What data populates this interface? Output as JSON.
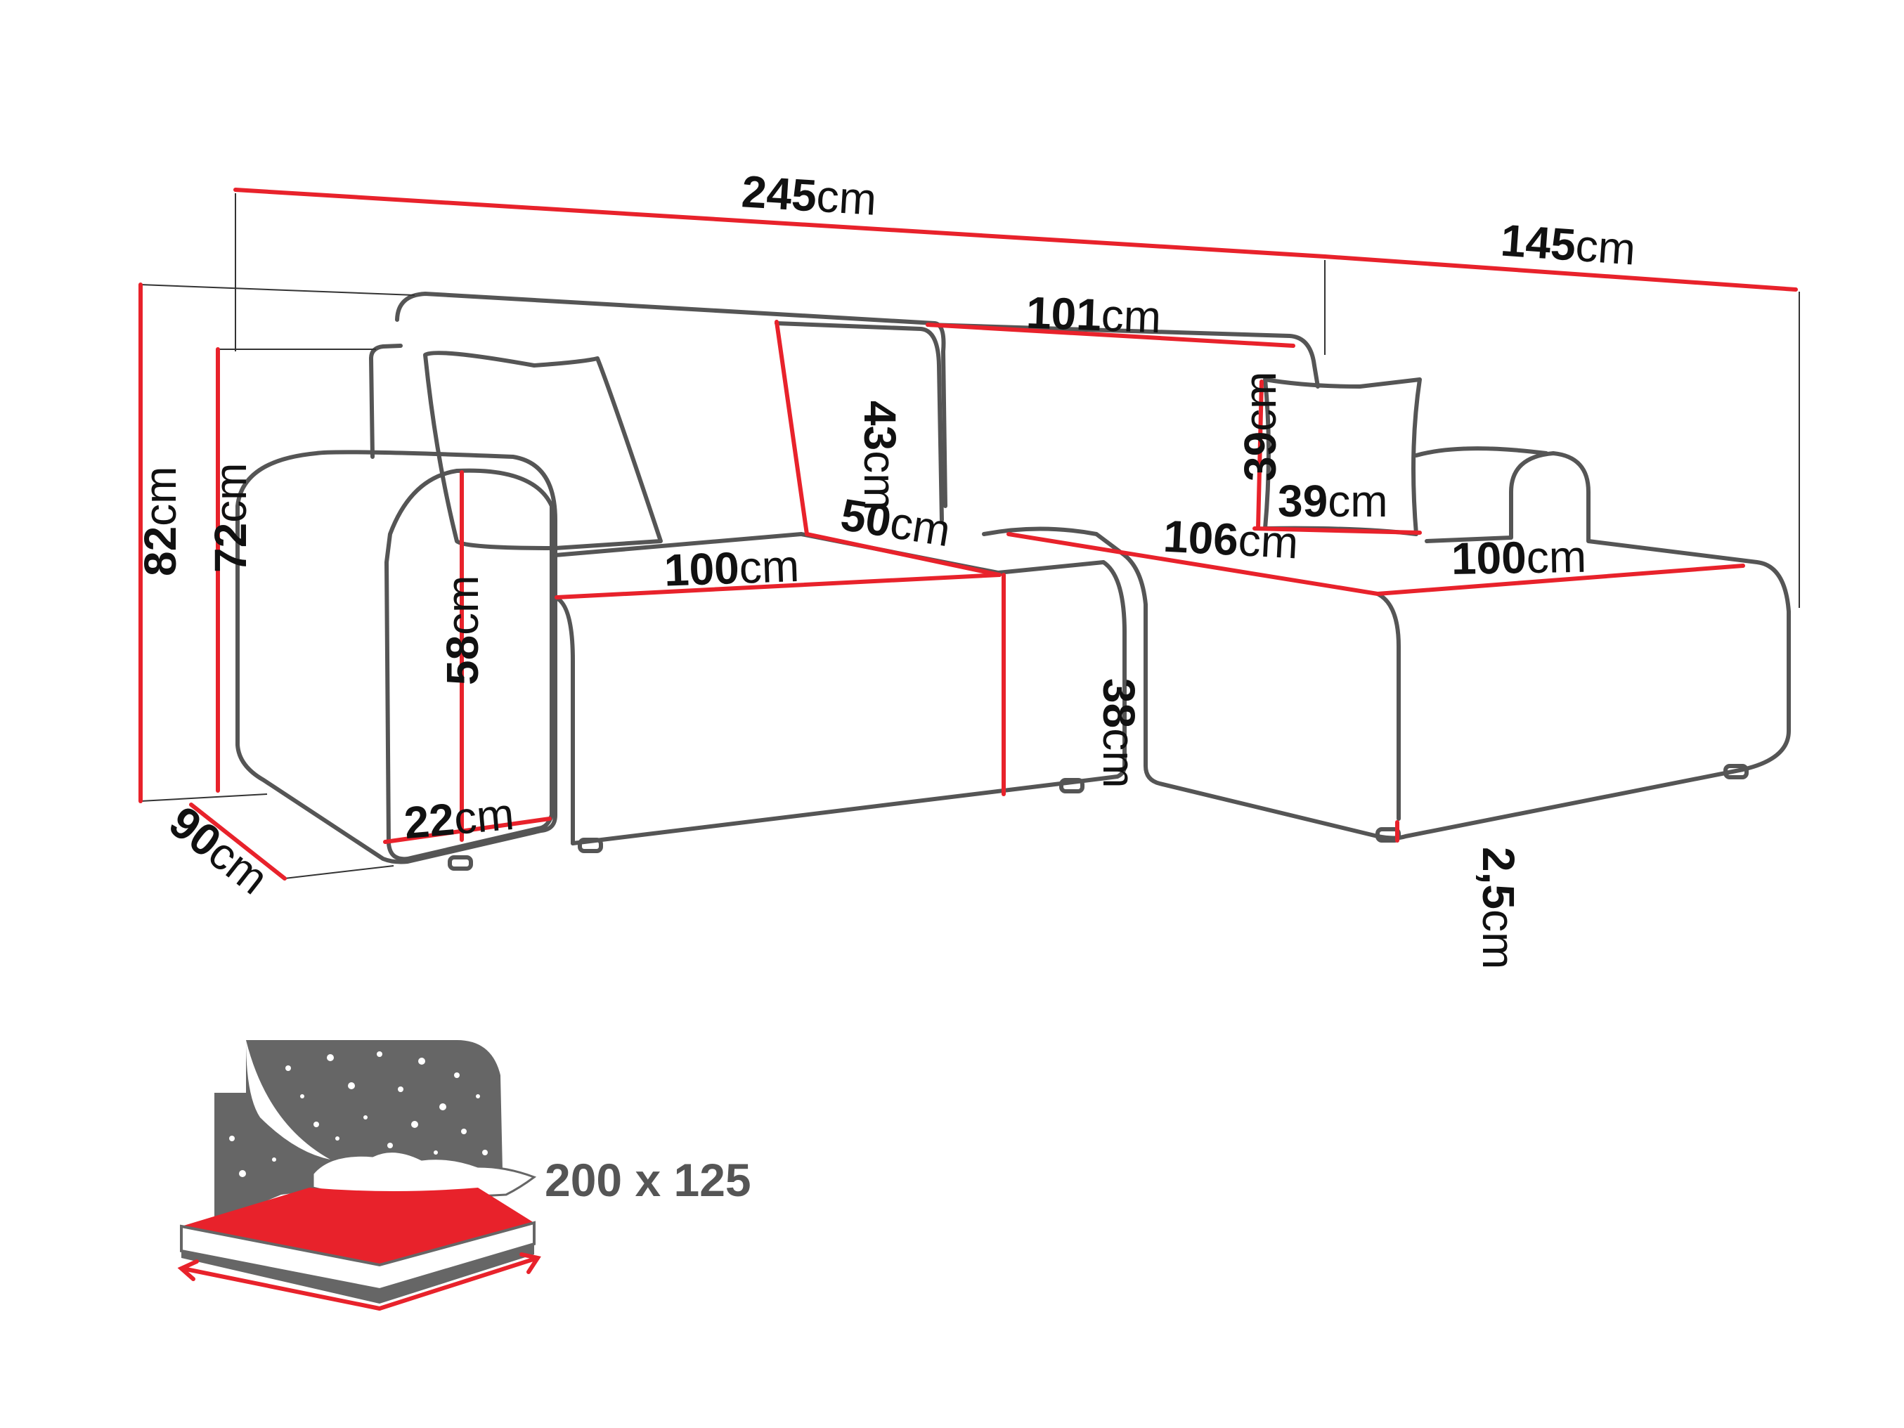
{
  "dimensions": {
    "total_length": {
      "value": "245",
      "unit": "cm"
    },
    "chaise_length": {
      "value": "145",
      "unit": "cm"
    },
    "back_width": {
      "value": "101",
      "unit": "cm"
    },
    "back_height": {
      "value": "43",
      "unit": "cm"
    },
    "pillow_height": {
      "value": "39",
      "unit": "cm"
    },
    "pillow_width": {
      "value": "39",
      "unit": "cm"
    },
    "total_height": {
      "value": "82",
      "unit": "cm"
    },
    "height_72": {
      "value": "72",
      "unit": "cm"
    },
    "armrest_height": {
      "value": "58",
      "unit": "cm"
    },
    "armrest_width": {
      "value": "22",
      "unit": "cm"
    },
    "depth": {
      "value": "90",
      "unit": "cm"
    },
    "seat_width": {
      "value": "100",
      "unit": "cm"
    },
    "seat_depth": {
      "value": "50",
      "unit": "cm"
    },
    "seat_height": {
      "value": "38",
      "unit": "cm"
    },
    "chaise_depth": {
      "value": "106",
      "unit": "cm"
    },
    "chaise_width": {
      "value": "100",
      "unit": "cm"
    },
    "leg_height": {
      "value": "2,5",
      "unit": "cm"
    }
  },
  "bed": {
    "size_label": "200 x 125"
  },
  "colors": {
    "dimension_line": "#e8222b",
    "outline": "#555555",
    "bed_dark": "#666666",
    "mattress": "#e8222b"
  }
}
